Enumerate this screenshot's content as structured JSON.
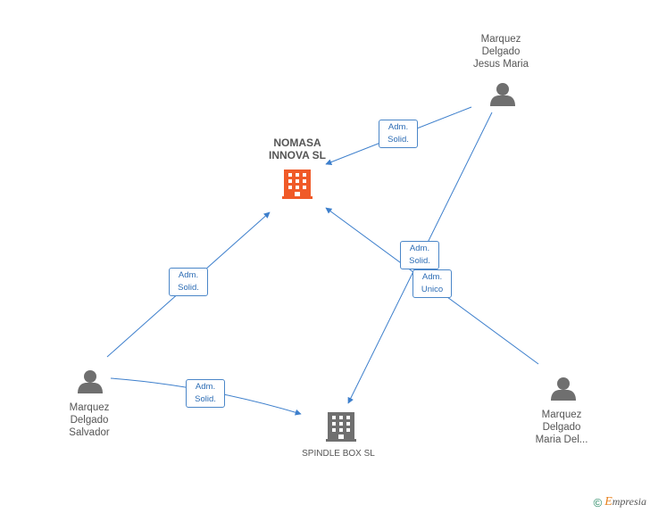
{
  "nodes": {
    "nomasa": {
      "line1": "NOMASA",
      "line2": "INNOVA SL",
      "type": "company-highlight",
      "icon": "building-icon"
    },
    "spindle": {
      "line1": "SPINDLE BOX SL",
      "type": "company",
      "icon": "building-icon"
    },
    "jesus": {
      "line1": "Marquez",
      "line2": "Delgado",
      "line3": "Jesus Maria",
      "icon": "person-icon"
    },
    "salvador": {
      "line1": "Marquez",
      "line2": "Delgado",
      "line3": "Salvador",
      "icon": "person-icon"
    },
    "maria": {
      "line1": "Marquez",
      "line2": "Delgado",
      "line3": "Maria Del...",
      "icon": "person-icon"
    }
  },
  "edges": {
    "jesus_nomasa": {
      "line1": "Adm.",
      "line2": "Solid."
    },
    "salvador_nomasa": {
      "line1": "Adm.",
      "line2": "Solid."
    },
    "salvador_spindle": {
      "line1": "Adm.",
      "line2": "Solid."
    },
    "maria_nomasa": {
      "line1": "Adm.",
      "line2": "Solid."
    },
    "jesus_spindle": {
      "line1": "Adm.",
      "line2": "Unico"
    }
  },
  "footer": {
    "copyright": "©",
    "brand_initial": "E",
    "brand_rest": "mpresia"
  },
  "colors": {
    "edge": "#3d7fcc",
    "company_highlight": "#f05a28",
    "company": "#6f6f6f",
    "person": "#6f6f6f"
  }
}
